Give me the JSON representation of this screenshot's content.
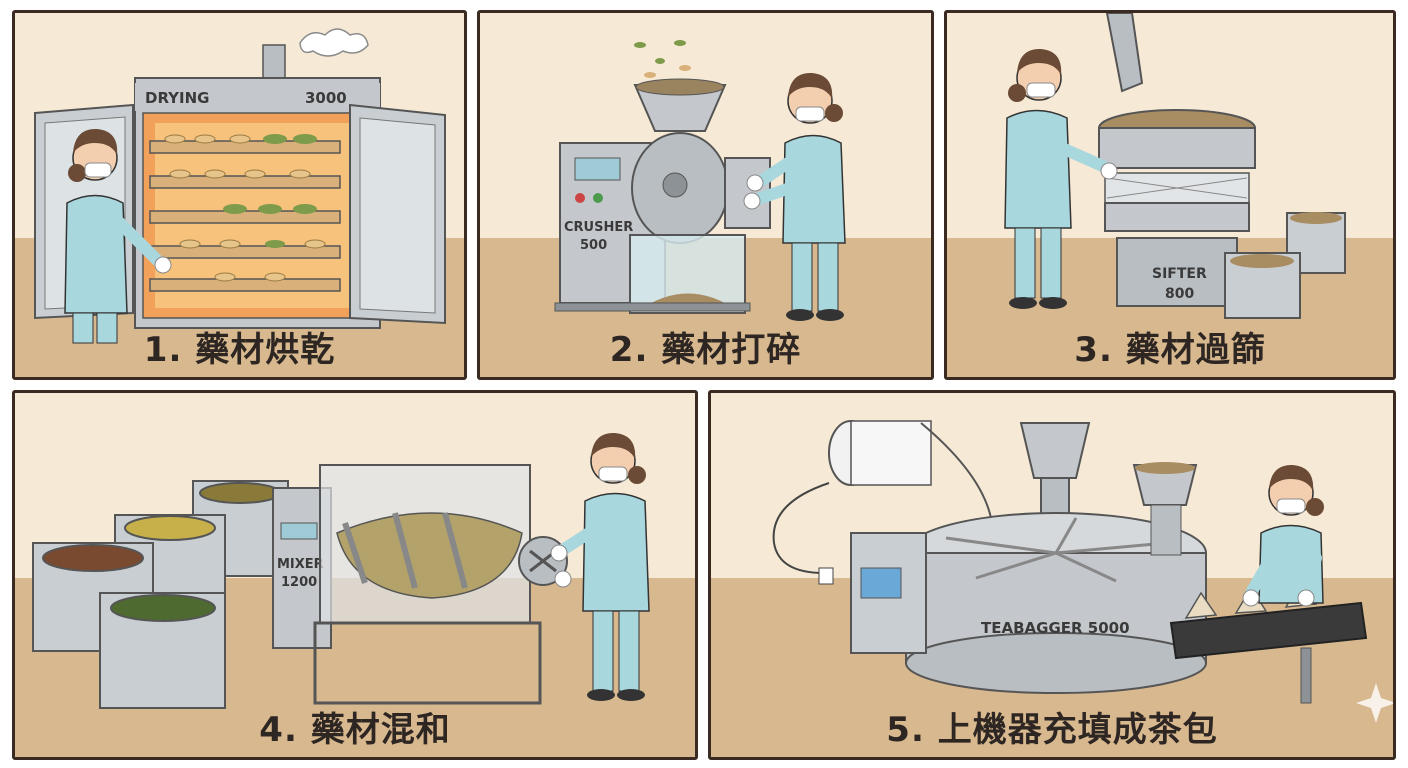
{
  "panels": [
    {
      "caption": "1. 藥材烘乾",
      "machine_label_left": "DRYING",
      "machine_label_right": "3000"
    },
    {
      "caption": "2. 藥材打碎",
      "machine_label_top": "CRUSHER",
      "machine_label_bottom": "500"
    },
    {
      "caption": "3. 藥材過篩",
      "machine_label_top": "SIFTER",
      "machine_label_bottom": "800"
    },
    {
      "caption": "4. 藥材混和",
      "machine_label_top": "MIXER",
      "machine_label_bottom": "1200"
    },
    {
      "caption": "5. 上機器充填成茶包",
      "machine_label": "TEABAGGER 5000"
    }
  ],
  "colors": {
    "panel_bg": "#f6ead6",
    "floor": "#d8b98f",
    "steel": "#b9bec3",
    "uniform": "#a9d7de",
    "border": "#3a2a22"
  }
}
